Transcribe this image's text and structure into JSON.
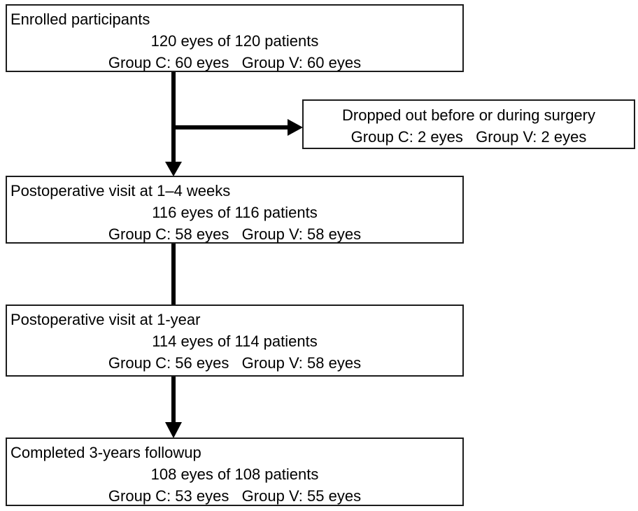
{
  "diagram": {
    "kind": "participant-flow-chart",
    "boxes": [
      {
        "id": "enrolled",
        "lines": [
          "Enrolled participants",
          "120 eyes of 120 patients",
          "Group C: 60 eyes   Group V: 60 eyes"
        ]
      },
      {
        "id": "dropped-out",
        "lines": [
          "Dropped out before or during surgery",
          "Group C: 2 eyes   Group V: 2 eyes"
        ]
      },
      {
        "id": "postop-1-4-weeks",
        "lines": [
          "Postoperative visit at 1–4 weeks",
          "116 eyes of 116 patients",
          "Group C: 58 eyes   Group V: 58 eyes"
        ]
      },
      {
        "id": "postop-1-year",
        "lines": [
          "Postoperative visit at 1-year",
          "114 eyes of 114 patients",
          "Group C: 56 eyes   Group V: 58 eyes"
        ]
      },
      {
        "id": "completed-3-years",
        "lines": [
          "Completed 3-years followup",
          "108 eyes of 108 patients",
          "Group C: 53 eyes   Group V: 55 eyes"
        ]
      }
    ],
    "colors": {
      "line": "#000000",
      "border": "#1c1c1c",
      "background": "#ffffff"
    }
  }
}
